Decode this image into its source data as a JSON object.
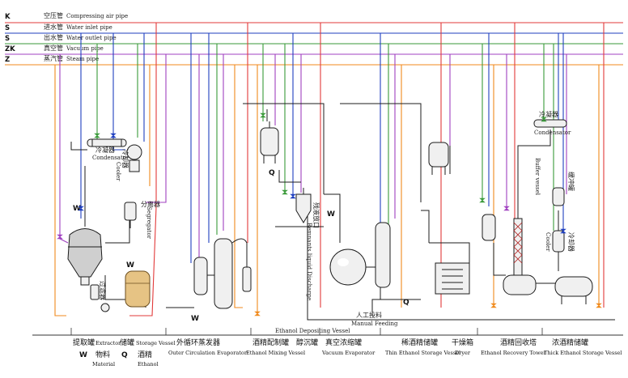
{
  "legend": [
    {
      "key": "K",
      "cn": "空压管",
      "en": "Compressing air pipe",
      "color": "#e23a3a"
    },
    {
      "key": "S",
      "cn": "进水管",
      "en": "Water inlet pipe",
      "color": "#1f3fbf"
    },
    {
      "key": "S",
      "cn": "出水管",
      "en": "Water outlet pipe",
      "color": "#3a9a3a"
    },
    {
      "key": "ZK",
      "cn": "真空管",
      "en": "Vacuum pipe",
      "color": "#a040c0"
    },
    {
      "key": "Z",
      "cn": "蒸汽管",
      "en": "Steam pipe",
      "color": "#f08a1c"
    }
  ],
  "labels": {
    "condenser1_cn": "冷凝器",
    "condenser1_en": "Condensator",
    "cooler1_cn": "冷却器",
    "cooler1_en": "Cooler",
    "separator_cn": "分离器",
    "separator_en": "Segregator",
    "w1": "W",
    "filter_cn": "过滤器",
    "w2": "W",
    "w3": "W",
    "q1": "Q",
    "w4": "W",
    "remnants_cn": "残液放口",
    "remnants_en": "Remnants liquid Discharge",
    "manual_feed_cn": "人工投料",
    "manual_feed_en": "Manual Feeding",
    "q2": "Q",
    "ethanol_depositing_en": "Ethanol Depositing Vessel",
    "condenser2_cn": "冷凝器",
    "condenser2_en": "Condensator",
    "buffer_cn": "缓冲罐",
    "buffer_en": "Buffer vessel",
    "cooler2_cn": "冷却器",
    "cooler2_en": "Cooler"
  },
  "bottom": [
    {
      "cn": "提取罐",
      "en": "Extractor"
    },
    {
      "cn": "储罐",
      "en": "Storage Vessel"
    },
    {
      "cn": "外循环蒸发器",
      "en": "Outer Circulation Evaporator"
    },
    {
      "cn": "酒精配制罐",
      "en": "Ethanol Mixing Vessel"
    },
    {
      "cn": "醇沉罐",
      "en": ""
    },
    {
      "cn": "真空浓缩罐",
      "en": "Vacuum Evaporator"
    },
    {
      "cn": "稀酒精储罐",
      "en": "Thin Ethanol Storage Vessel"
    },
    {
      "cn": "干燥箱",
      "en": "Dryer"
    },
    {
      "cn": "酒精回收塔",
      "en": "Ethanol Recovery Tower"
    },
    {
      "cn": "浓酒精储罐",
      "en": "Thick Ethanol Storage Vessel"
    }
  ],
  "bottom_keys": [
    {
      "key": "W",
      "cn": "物料",
      "en": "Material"
    },
    {
      "key": "Q",
      "cn": "酒精",
      "en": "Ethanol"
    }
  ]
}
